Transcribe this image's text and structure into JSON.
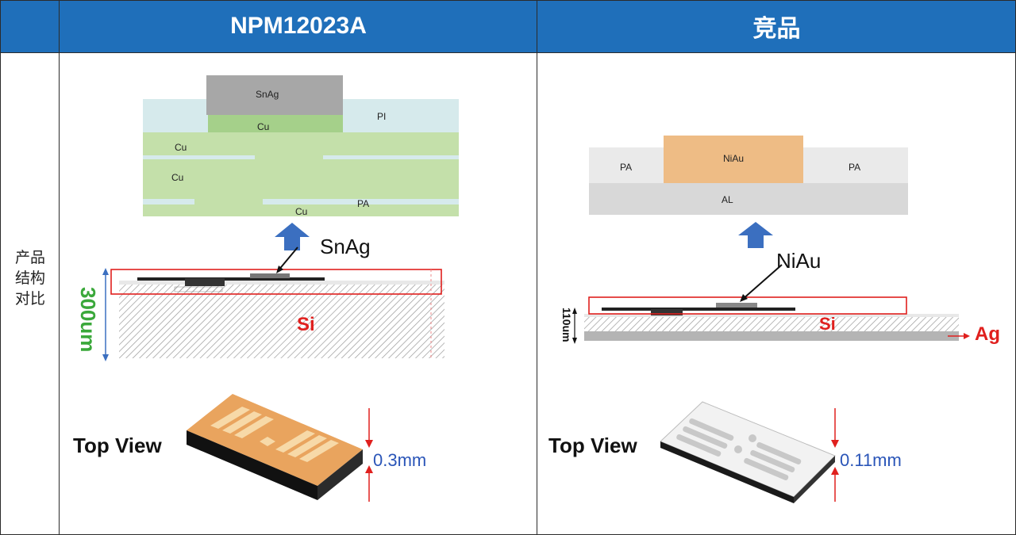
{
  "header": {
    "left_title": "NPM12023A",
    "right_title": "竞品"
  },
  "row_label": "产品结构对比",
  "left": {
    "layers": {
      "snag": "SnAg",
      "cu_top": "Cu",
      "pi": "PI",
      "cu1": "Cu",
      "cu2": "Cu",
      "pa": "PA",
      "cu3": "Cu"
    },
    "callout": "SnAg",
    "thickness": "300um",
    "substrate": "Si",
    "top_view": "Top View",
    "dimension": "0.3mm"
  },
  "right": {
    "layers": {
      "niau": "NiAu",
      "pa_left": "PA",
      "pa_right": "PA",
      "al": "AL"
    },
    "callout": "NiAu",
    "thickness": "110um",
    "substrate": "Si",
    "backside": "Ag",
    "top_view": "Top View",
    "dimension": "0.11mm"
  },
  "colors": {
    "header": "#1f6fba",
    "pi": "#d6eaec",
    "cu": "#c4e0aa",
    "cu_dark": "#a5d08a",
    "snag": "#a7a7a7",
    "niau": "#eebc85",
    "pa": "#eaeaea",
    "al": "#d8d8d8",
    "arrow": "#3b6fc0",
    "red": "#e0201e",
    "green": "#3aa83a",
    "blue_text": "#2a55b8"
  }
}
